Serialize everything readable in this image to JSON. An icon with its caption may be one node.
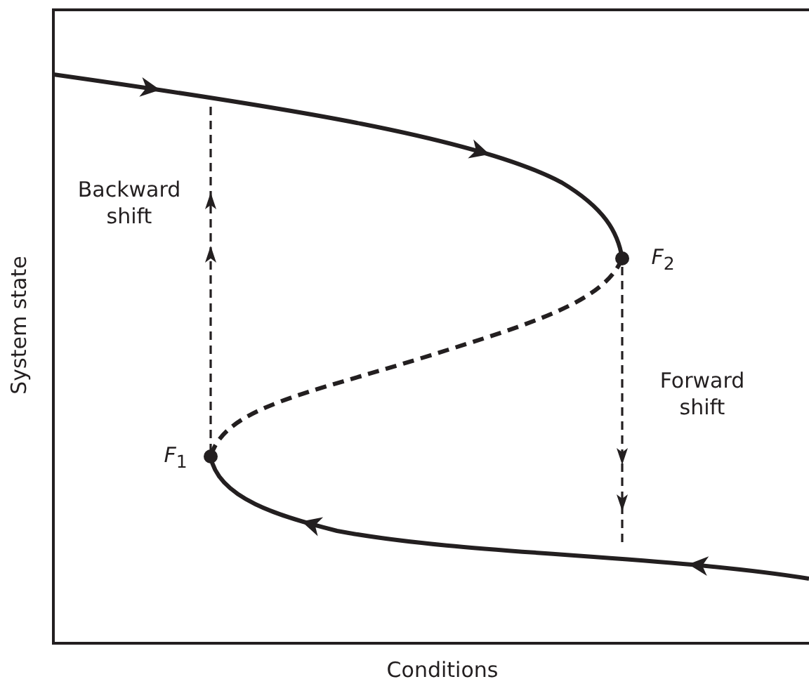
{
  "diagram": {
    "labels": [
      "Backward shift",
      "*F*$_{2}$",
      "Forward shift",
      "*F*$_{1}$",
      "System state",
      "Conditions"
    ]
  }
}
